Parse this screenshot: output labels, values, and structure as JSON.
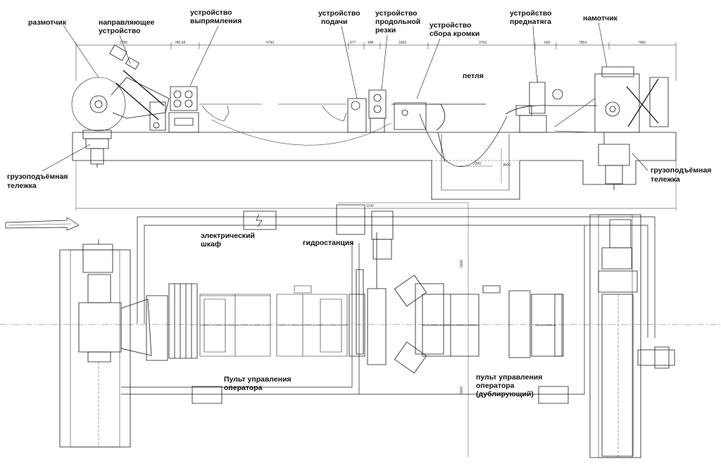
{
  "labels": {
    "uncoiler": "размотчик",
    "guide_1": "направляющее",
    "guide_2": "устройство",
    "straight_1": "устройство",
    "straight_2": "выпрямления",
    "feed_1": "устройство",
    "feed_2": "подачи",
    "slit_1": "устройство",
    "slit_2": "продольной",
    "slit_3": "резки",
    "edge_1": "устройство",
    "edge_2": "сбора кромки",
    "pretension_1": "устройство",
    "pretension_2": "преднатяга",
    "recoiler": "намотчик",
    "loop": "петля",
    "car_left_1": "грузоподъёмная",
    "car_left_2": "тележка",
    "car_right_1": "грузоподъёмная",
    "car_right_2": "тележка",
    "cabinet_1": "электрический",
    "cabinet_2": "шкаф",
    "hydro": "гидростанция",
    "panel_1": "Пульт управления",
    "panel_2": "оператора",
    "panel2_1": "пульт управления",
    "panel2_2": "оператора",
    "panel2_3": "(дублирующий)"
  },
  "dimensions": [
    "2780",
    "786.68",
    "4790",
    "877",
    "498",
    "1665",
    "3750",
    "600",
    "7854",
    "7985",
    "2300",
    "3000",
    "1100",
    "5000",
    "3000"
  ],
  "colors": {
    "line": "#1a1a1a",
    "text": "#111111",
    "background": "#ffffff"
  }
}
